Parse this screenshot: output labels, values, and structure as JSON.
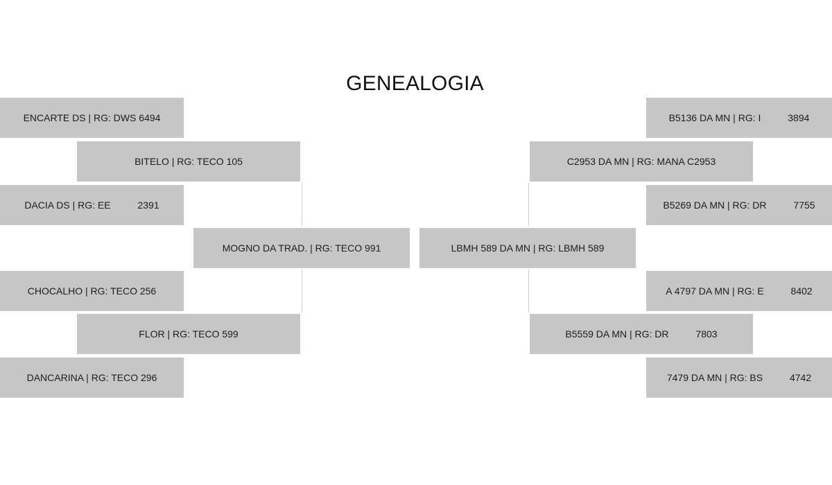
{
  "title": "GENEALOGIA",
  "sire_side": {
    "animal": "MOGNO DA TRAD. | RG: TECO 991",
    "sire": "BITELO | RG: TECO 105",
    "dam": "FLOR | RG: TECO 599",
    "sire_sire": "ENCARTE DS | RG: DWS 6494",
    "sire_dam": "DACIA DS | RG: EE          2391",
    "dam_sire": "CHOCALHO | RG: TECO 256",
    "dam_dam": "DANCARINA | RG: TECO 296"
  },
  "dam_side": {
    "animal": "LBMH 589 DA MN | RG: LBMH 589",
    "sire": "C2953 DA MN | RG: MANA C2953",
    "dam": "B5559 DA MN | RG: DR          7803",
    "sire_sire": "B5136 DA MN | RG: I          3894",
    "sire_dam": "B5269 DA MN | RG: DR          7755",
    "dam_sire": "A 4797 DA MN | RG: E          8402",
    "dam_dam": "7479 DA MN | RG: BS          4742"
  }
}
